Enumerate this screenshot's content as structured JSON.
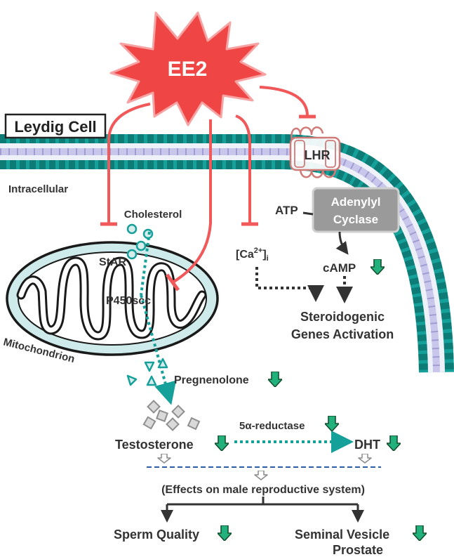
{
  "title_box": "Leydig Cell",
  "compound": "EE2",
  "regions": {
    "intracellular": "Intracellular",
    "mitochondrion": "Mitochondrion"
  },
  "molecules": {
    "cholesterol": "Cholesterol",
    "star": "StAR",
    "p450scc": "P450scc",
    "pregnenolone": "Pregnenolone",
    "testosterone": "Testosterone",
    "reductase": "5α-reductase",
    "dht": "DHT"
  },
  "receptor": "LHR",
  "enzyme": {
    "line1": "Adenylyl",
    "line2": "Cyclase"
  },
  "atp": "ATP",
  "camp": "cAMP",
  "calcium": {
    "base": "[Ca",
    "sup": "2+",
    "close": "]",
    "sub": "i"
  },
  "steroidogenic": {
    "line1": "Steroidogenic",
    "line2": "Genes Activation"
  },
  "effects": "(Effects on male reproductive system)",
  "outcomes": {
    "sperm": "Sperm Quality",
    "vesicle_line1": "Seminal Vesicle",
    "vesicle_line2": "Prostate"
  },
  "colors": {
    "inhibition": "#f0585a",
    "starburst": "#f04545",
    "teal": "#15a09a",
    "membrane_core": "#c9c6ec",
    "down_arrow": "#22b07d",
    "enzyme_box": "#9a9a9a",
    "dashed_line": "#2b5ea8"
  },
  "icons": {
    "decrease": "green-down-arrow-icon",
    "hollow_down": "hollow-down-arrow-icon"
  }
}
